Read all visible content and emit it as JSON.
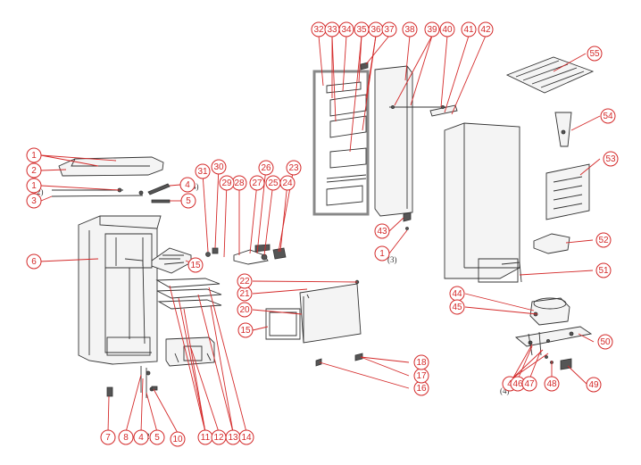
{
  "callouts": [
    {
      "id": "c1a",
      "label": "1"
    },
    {
      "id": "c2a",
      "label": "2"
    },
    {
      "id": "c1b",
      "label": "1"
    },
    {
      "id": "c3",
      "label": "3"
    },
    {
      "id": "c4a",
      "label": "4"
    },
    {
      "id": "c5a",
      "label": "5"
    },
    {
      "id": "c6",
      "label": "6"
    },
    {
      "id": "c7",
      "label": "7"
    },
    {
      "id": "c8",
      "label": "8"
    },
    {
      "id": "c4b",
      "label": "4"
    },
    {
      "id": "c5b",
      "label": "5"
    },
    {
      "id": "c10",
      "label": "10"
    },
    {
      "id": "c11",
      "label": "11"
    },
    {
      "id": "c12",
      "label": "12"
    },
    {
      "id": "c13",
      "label": "13"
    },
    {
      "id": "c14",
      "label": "14"
    },
    {
      "id": "c15a",
      "label": "15"
    },
    {
      "id": "c15b",
      "label": "15"
    },
    {
      "id": "c16",
      "label": "16"
    },
    {
      "id": "c17",
      "label": "17"
    },
    {
      "id": "c18",
      "label": "18"
    },
    {
      "id": "c20",
      "label": "20"
    },
    {
      "id": "c21",
      "label": "21"
    },
    {
      "id": "c22",
      "label": "22"
    },
    {
      "id": "c23",
      "label": "23"
    },
    {
      "id": "c24",
      "label": "24"
    },
    {
      "id": "c25",
      "label": "25"
    },
    {
      "id": "c26",
      "label": "26"
    },
    {
      "id": "c27",
      "label": "27"
    },
    {
      "id": "c28",
      "label": "28"
    },
    {
      "id": "c29",
      "label": "29"
    },
    {
      "id": "c30",
      "label": "30"
    },
    {
      "id": "c31",
      "label": "31"
    },
    {
      "id": "c32",
      "label": "32"
    },
    {
      "id": "c33",
      "label": "33"
    },
    {
      "id": "c34",
      "label": "34"
    },
    {
      "id": "c35",
      "label": "35"
    },
    {
      "id": "c36",
      "label": "36"
    },
    {
      "id": "c37",
      "label": "37"
    },
    {
      "id": "c38",
      "label": "38"
    },
    {
      "id": "c39",
      "label": "39"
    },
    {
      "id": "c40",
      "label": "40"
    },
    {
      "id": "c41",
      "label": "41"
    },
    {
      "id": "c42",
      "label": "42"
    },
    {
      "id": "c43",
      "label": "43"
    },
    {
      "id": "c1c",
      "label": "1"
    },
    {
      "id": "c44",
      "label": "44"
    },
    {
      "id": "c45",
      "label": "45"
    },
    {
      "id": "c4c",
      "label": "4"
    },
    {
      "id": "c46",
      "label": "46"
    },
    {
      "id": "c47",
      "label": "47"
    },
    {
      "id": "c48",
      "label": "48"
    },
    {
      "id": "c49",
      "label": "49"
    },
    {
      "id": "c50a",
      "label": "50"
    },
    {
      "id": "c51",
      "label": "51"
    },
    {
      "id": "c52",
      "label": "52"
    },
    {
      "id": "c53",
      "label": "53"
    },
    {
      "id": "c54",
      "label": "54"
    },
    {
      "id": "c55",
      "label": "55"
    }
  ],
  "notes": {
    "qty2": "(2)",
    "qty4a": "(4)",
    "qty3": "(3)",
    "qty2b": "(2)",
    "qty4b": "(4)"
  },
  "colors": {
    "callout": "#d42a2a",
    "line": "#333333"
  }
}
